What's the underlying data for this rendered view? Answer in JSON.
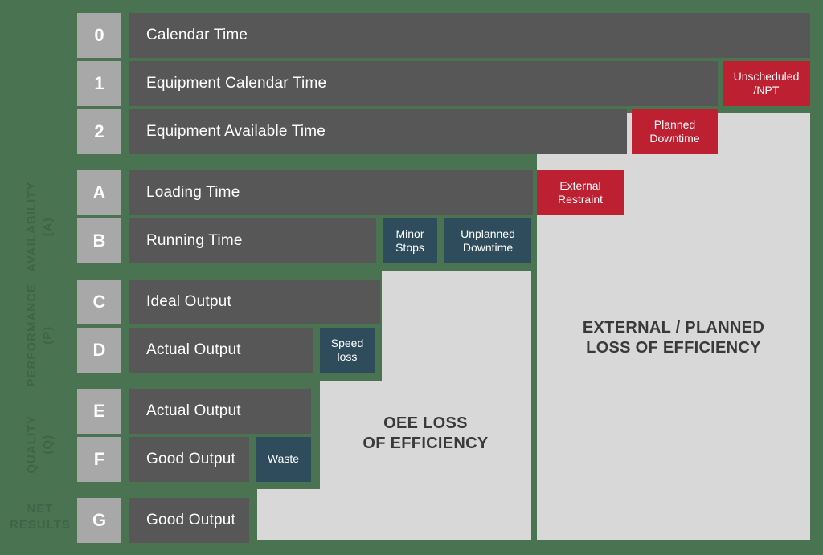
{
  "diagram": {
    "title": "OEE Time Loss Waterfall",
    "background_color": "#4a7352",
    "bar_color": "#575757",
    "badge_color": "#a8a8a8",
    "loss_red": "#bc2031",
    "loss_teal": "#2e4c5c",
    "panel_gray": "#d8d8d8"
  },
  "categories": [
    {
      "label": "AVAILABILITY\n(A)"
    },
    {
      "label": "PERFORMANCE\n(P)"
    },
    {
      "label": "QUALITY\n(Q)"
    },
    {
      "label": "NET\nRESULTS"
    }
  ],
  "rows": [
    {
      "key": "0",
      "label": "Calendar Time"
    },
    {
      "key": "1",
      "label": "Equipment Calendar Time"
    },
    {
      "key": "2",
      "label": "Equipment Available Time"
    },
    {
      "key": "A",
      "label": "Loading Time"
    },
    {
      "key": "B",
      "label": "Running Time"
    },
    {
      "key": "C",
      "label": "Ideal Output"
    },
    {
      "key": "D",
      "label": "Actual Output"
    },
    {
      "key": "E",
      "label": "Actual Output"
    },
    {
      "key": "F",
      "label": "Good Output"
    },
    {
      "key": "G",
      "label": "Good Output"
    }
  ],
  "losses": [
    {
      "name": "unscheduled-npt",
      "label": "Unscheduled\n/NPT",
      "type": "red"
    },
    {
      "name": "planned-downtime",
      "label": "Planned\nDowntime",
      "type": "red"
    },
    {
      "name": "external-restraint",
      "label": "External\nRestraint",
      "type": "red"
    },
    {
      "name": "minor-stops",
      "label": "Minor\nStops",
      "type": "teal"
    },
    {
      "name": "unplanned-downtime",
      "label": "Unplanned\nDowntime",
      "type": "teal"
    },
    {
      "name": "speed-loss",
      "label": "Speed\nloss",
      "type": "teal"
    },
    {
      "name": "waste",
      "label": "Waste",
      "type": "teal"
    }
  ],
  "panels": {
    "oee_loss": "OEE LOSS\nOF EFFICIENCY",
    "external_planned_loss": "EXTERNAL / PLANNED\nLOSS OF EFFICIENCY"
  }
}
